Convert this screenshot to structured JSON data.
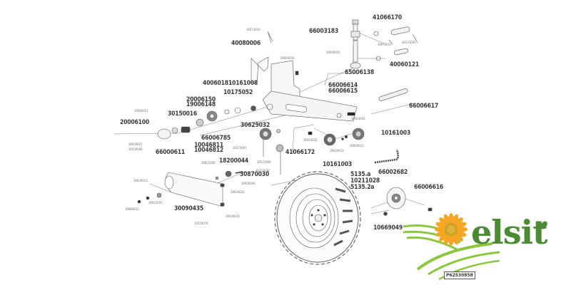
{
  "diagram": {
    "title": "Exploded parts diagram - wheel, axle and frame assembly",
    "reference_code": "P62530858",
    "part_labels": [
      {
        "id": "p1",
        "text": "41066170",
        "size": "big"
      },
      {
        "id": "p2",
        "text": "66003183",
        "size": "big"
      },
      {
        "id": "p3",
        "text": "30673051",
        "size": "small"
      },
      {
        "id": "p4",
        "text": "30173093",
        "size": "small"
      },
      {
        "id": "p5",
        "text": "30600025",
        "size": "small"
      },
      {
        "id": "p6",
        "text": "40060121",
        "size": "big"
      },
      {
        "id": "p7",
        "text": "65006138",
        "size": "big"
      },
      {
        "id": "p8",
        "text": "30573014",
        "size": "small"
      },
      {
        "id": "p9",
        "text": "40080006",
        "size": "big"
      },
      {
        "id": "p10",
        "text": "30603016",
        "size": "small"
      },
      {
        "id": "p11",
        "text": "40060181",
        "size": "big"
      },
      {
        "id": "p12",
        "text": "10161008",
        "size": "big"
      },
      {
        "id": "p13",
        "text": "10175052",
        "size": "big"
      },
      {
        "id": "p14",
        "text": "66006614",
        "size": "big"
      },
      {
        "id": "p15",
        "text": "66006615",
        "size": "big"
      },
      {
        "id": "p16",
        "text": "20006150",
        "size": "big"
      },
      {
        "id": "p17",
        "text": "19006148",
        "size": "big"
      },
      {
        "id": "p18",
        "text": "66006617",
        "size": "big"
      },
      {
        "id": "p19",
        "text": "30584011",
        "size": "small"
      },
      {
        "id": "p20",
        "text": "30150016",
        "size": "big"
      },
      {
        "id": "p21",
        "text": "20006100",
        "size": "big"
      },
      {
        "id": "p22",
        "text": "30629032",
        "size": "big"
      },
      {
        "id": "p23",
        "text": "30563054",
        "size": "small"
      },
      {
        "id": "p24",
        "text": "10161003",
        "size": "big"
      },
      {
        "id": "p25",
        "text": "30629027",
        "size": "small"
      },
      {
        "id": "p26",
        "text": "30530090",
        "size": "small"
      },
      {
        "id": "p27",
        "text": "66000611",
        "size": "big"
      },
      {
        "id": "p28",
        "text": "10046811",
        "size": "big"
      },
      {
        "id": "p29",
        "text": "10046812",
        "size": "big"
      },
      {
        "id": "p30",
        "text": "66006785",
        "size": "big"
      },
      {
        "id": "p31",
        "text": "30173067",
        "size": "small"
      },
      {
        "id": "p32",
        "text": "30563052",
        "size": "small"
      },
      {
        "id": "p33",
        "text": "30660612",
        "size": "small"
      },
      {
        "id": "p34",
        "text": "30173009",
        "size": "small"
      },
      {
        "id": "p35",
        "text": "41066172",
        "size": "big"
      },
      {
        "id": "p36",
        "text": "30629013",
        "size": "small"
      },
      {
        "id": "p37",
        "text": "10161003",
        "size": "big"
      },
      {
        "id": "p38",
        "text": "66002682",
        "size": "big"
      },
      {
        "id": "p39",
        "text": "30621056",
        "size": "small"
      },
      {
        "id": "p40",
        "text": "18200044",
        "size": "big"
      },
      {
        "id": "p41",
        "text": "30173030",
        "size": "small"
      },
      {
        "id": "p42",
        "text": "30870030",
        "size": "big"
      },
      {
        "id": "p43",
        "text": "30600006",
        "size": "small"
      },
      {
        "id": "p44",
        "text": "30620023",
        "size": "small"
      },
      {
        "id": "p45",
        "text": "5135.a",
        "size": "big"
      },
      {
        "id": "p46",
        "text": "10211028",
        "size": "big"
      },
      {
        "id": "p47",
        "text": "5135.2a",
        "size": "big"
      },
      {
        "id": "p48",
        "text": "66006616",
        "size": "big"
      },
      {
        "id": "p49",
        "text": "30629013",
        "size": "small"
      },
      {
        "id": "p50",
        "text": "30621055",
        "size": "small"
      },
      {
        "id": "p51",
        "text": "30660612",
        "size": "small"
      },
      {
        "id": "p52",
        "text": "30090435",
        "size": "big"
      },
      {
        "id": "p53",
        "text": "30630033",
        "size": "small"
      },
      {
        "id": "p54",
        "text": "10510076",
        "size": "small"
      },
      {
        "id": "p55",
        "text": "10669049",
        "size": "big"
      }
    ]
  },
  "logo": {
    "brand_text": "elsit",
    "brand_color": "#4c8a34",
    "accent_color": "#f5a623",
    "leaf_color": "#8cc63f"
  }
}
